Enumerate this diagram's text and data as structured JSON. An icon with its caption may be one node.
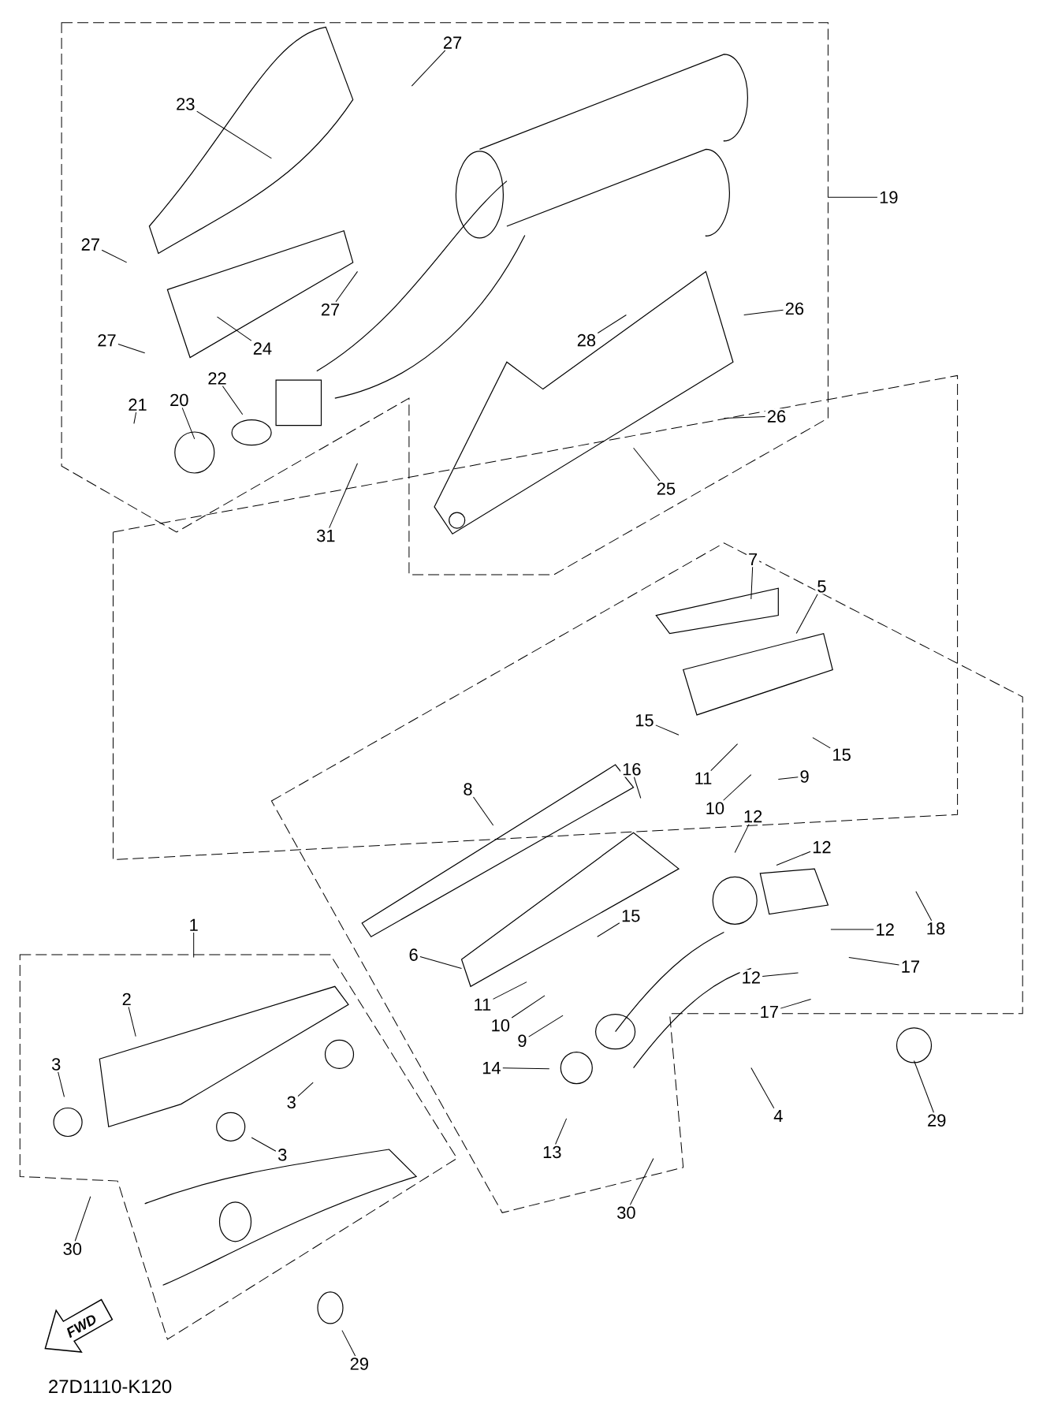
{
  "diagram": {
    "nodes": [
      {
        "text": [
          "27"
        ]
      },
      {
        "text": [
          "23"
        ]
      },
      {
        "text": [
          "27"
        ]
      },
      {
        "text": [
          "27"
        ]
      },
      {
        "text": [
          "27"
        ]
      },
      {
        "text": [
          "24"
        ]
      },
      {
        "text": [
          "21"
        ]
      },
      {
        "text": [
          "20"
        ]
      },
      {
        "text": [
          "22"
        ]
      },
      {
        "text": [
          "28"
        ]
      },
      {
        "text": [
          "26"
        ]
      },
      {
        "text": [
          "26"
        ]
      },
      {
        "text": [
          "25"
        ]
      },
      {
        "text": [
          "31"
        ]
      },
      {
        "text": [
          "19"
        ]
      },
      {
        "text": [
          "7"
        ]
      },
      {
        "text": [
          "5"
        ]
      },
      {
        "text": [
          "15"
        ]
      },
      {
        "text": [
          "15"
        ]
      },
      {
        "text": [
          "16"
        ]
      },
      {
        "text": [
          "11"
        ]
      },
      {
        "text": [
          "9"
        ]
      },
      {
        "text": [
          "10"
        ]
      },
      {
        "text": [
          "8"
        ]
      },
      {
        "text": [
          "12"
        ]
      },
      {
        "text": [
          "12"
        ]
      },
      {
        "text": [
          "12"
        ]
      },
      {
        "text": [
          "18"
        ]
      },
      {
        "text": [
          "15"
        ]
      },
      {
        "text": [
          "6"
        ]
      },
      {
        "text": [
          "17"
        ]
      },
      {
        "text": [
          "12"
        ]
      },
      {
        "text": [
          "11"
        ]
      },
      {
        "text": [
          "17"
        ]
      },
      {
        "text": [
          "10"
        ]
      },
      {
        "text": [
          "9"
        ]
      },
      {
        "text": [
          "14"
        ]
      },
      {
        "text": [
          "4"
        ]
      },
      {
        "text": [
          "29"
        ]
      },
      {
        "text": [
          "13"
        ]
      },
      {
        "text": [
          "30"
        ]
      },
      {
        "text": [
          "1"
        ]
      },
      {
        "text": [
          "2"
        ]
      },
      {
        "text": [
          "3"
        ]
      },
      {
        "text": [
          "3"
        ]
      },
      {
        "text": [
          "3"
        ]
      },
      {
        "text": [
          "30"
        ]
      },
      {
        "text": [
          "29"
        ]
      }
    ],
    "edges": [
      {
        "from": 0,
        "to": null,
        "arrow": "none"
      },
      {
        "from": 1,
        "to": null,
        "arrow": "none"
      },
      {
        "from": 2,
        "to": null,
        "arrow": "none"
      },
      {
        "from": 3,
        "to": null,
        "arrow": "none"
      },
      {
        "from": 4,
        "to": null,
        "arrow": "none"
      },
      {
        "from": 5,
        "to": null,
        "arrow": "none"
      },
      {
        "from": 6,
        "to": null,
        "arrow": "none"
      },
      {
        "from": 7,
        "to": null,
        "arrow": "none"
      },
      {
        "from": 8,
        "to": null,
        "arrow": "none"
      },
      {
        "from": 9,
        "to": null,
        "arrow": "none"
      },
      {
        "from": 10,
        "to": null,
        "arrow": "none"
      },
      {
        "from": 11,
        "to": null,
        "arrow": "none"
      },
      {
        "from": 12,
        "to": null,
        "arrow": "none"
      },
      {
        "from": 13,
        "to": null,
        "arrow": "none"
      },
      {
        "from": 14,
        "to": null,
        "arrow": "none"
      },
      {
        "from": 15,
        "to": null,
        "arrow": "none"
      },
      {
        "from": 16,
        "to": null,
        "arrow": "none"
      },
      {
        "from": 17,
        "to": null,
        "arrow": "none"
      },
      {
        "from": 18,
        "to": null,
        "arrow": "none"
      },
      {
        "from": 19,
        "to": null,
        "arrow": "none"
      },
      {
        "from": 20,
        "to": null,
        "arrow": "none"
      },
      {
        "from": 21,
        "to": null,
        "arrow": "none"
      },
      {
        "from": 22,
        "to": null,
        "arrow": "none"
      },
      {
        "from": 23,
        "to": null,
        "arrow": "none"
      },
      {
        "from": 24,
        "to": null,
        "arrow": "none"
      },
      {
        "from": 25,
        "to": null,
        "arrow": "none"
      },
      {
        "from": 26,
        "to": null,
        "arrow": "none"
      },
      {
        "from": 27,
        "to": null,
        "arrow": "none"
      },
      {
        "from": 28,
        "to": null,
        "arrow": "none"
      },
      {
        "from": 29,
        "to": null,
        "arrow": "none"
      },
      {
        "from": 30,
        "to": null,
        "arrow": "none"
      },
      {
        "from": 31,
        "to": null,
        "arrow": "none"
      },
      {
        "from": 32,
        "to": null,
        "arrow": "none"
      },
      {
        "from": 33,
        "to": null,
        "arrow": "none"
      },
      {
        "from": 34,
        "to": null,
        "arrow": "none"
      },
      {
        "from": 35,
        "to": null,
        "arrow": "none"
      },
      {
        "from": 36,
        "to": null,
        "arrow": "none"
      },
      {
        "from": 37,
        "to": null,
        "arrow": "none"
      },
      {
        "from": 38,
        "to": null,
        "arrow": "none"
      },
      {
        "from": 39,
        "to": null,
        "arrow": "none"
      },
      {
        "from": 40,
        "to": null,
        "arrow": "none"
      },
      {
        "from": 41,
        "to": null,
        "arrow": "none"
      },
      {
        "from": 42,
        "to": null,
        "arrow": "none"
      },
      {
        "from": 43,
        "to": null,
        "arrow": "none"
      },
      {
        "from": 44,
        "to": null,
        "arrow": "none"
      },
      {
        "from": 45,
        "to": null,
        "arrow": "none"
      },
      {
        "from": 46,
        "to": null,
        "arrow": "none"
      },
      {
        "from": 47,
        "to": null,
        "arrow": "none"
      }
    ],
    "labels": [
      "FWD",
      "27D1110-K120"
    ]
  }
}
